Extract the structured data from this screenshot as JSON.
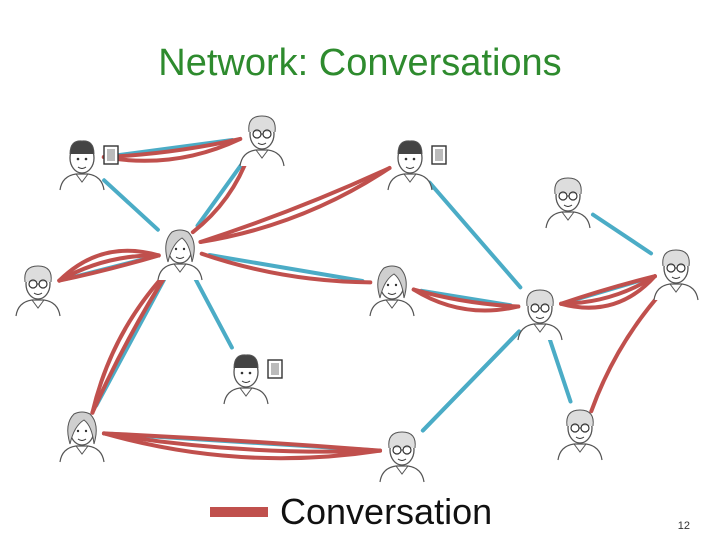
{
  "slide": {
    "title": "Network: Conversations",
    "legend_label": "Conversation",
    "page_number": "12"
  },
  "colors": {
    "title": "#2e8b2e",
    "conversation": "#c0504d",
    "link": "#4bacc6"
  },
  "nodes": [
    {
      "id": "m1",
      "kind": "man-with-frame"
    },
    {
      "id": "w1",
      "kind": "elder-woman"
    },
    {
      "id": "m2",
      "kind": "man-with-frame"
    },
    {
      "id": "w2",
      "kind": "elder-woman"
    },
    {
      "id": "y1",
      "kind": "young-woman"
    },
    {
      "id": "w3",
      "kind": "elder-woman"
    },
    {
      "id": "y2",
      "kind": "young-woman"
    },
    {
      "id": "w4",
      "kind": "elder-woman"
    },
    {
      "id": "w5",
      "kind": "elder-woman"
    },
    {
      "id": "m3",
      "kind": "man-with-frame"
    },
    {
      "id": "y3",
      "kind": "young-woman"
    },
    {
      "id": "w6",
      "kind": "elder-woman"
    },
    {
      "id": "w7",
      "kind": "elder-woman"
    }
  ],
  "links": [
    [
      "m1",
      "y1"
    ],
    [
      "w1",
      "m1"
    ],
    [
      "w1",
      "y1"
    ],
    [
      "y1",
      "w2"
    ],
    [
      "y1",
      "y2"
    ],
    [
      "y1",
      "m3"
    ],
    [
      "y1",
      "y3"
    ],
    [
      "m2",
      "w4"
    ],
    [
      "w4",
      "w6"
    ],
    [
      "y2",
      "w4"
    ],
    [
      "w3",
      "w5"
    ],
    [
      "w5",
      "w4"
    ],
    [
      "w4",
      "w7"
    ],
    [
      "y3",
      "w6"
    ],
    [
      "w6",
      "w4"
    ]
  ],
  "conversations": [
    {
      "a": "m1",
      "b": "w1",
      "count": 2
    },
    {
      "a": "y1",
      "b": "w1",
      "count": 1
    },
    {
      "a": "y1",
      "b": "m2",
      "count": 2
    },
    {
      "a": "y1",
      "b": "w2",
      "count": 3
    },
    {
      "a": "y1",
      "b": "y2",
      "count": 1
    },
    {
      "a": "y1",
      "b": "y3",
      "count": 2
    },
    {
      "a": "y2",
      "b": "w4",
      "count": 2
    },
    {
      "a": "w4",
      "b": "w5",
      "count": 3
    },
    {
      "a": "w5",
      "b": "w7",
      "count": 1
    },
    {
      "a": "y3",
      "b": "w6",
      "count": 3
    }
  ]
}
